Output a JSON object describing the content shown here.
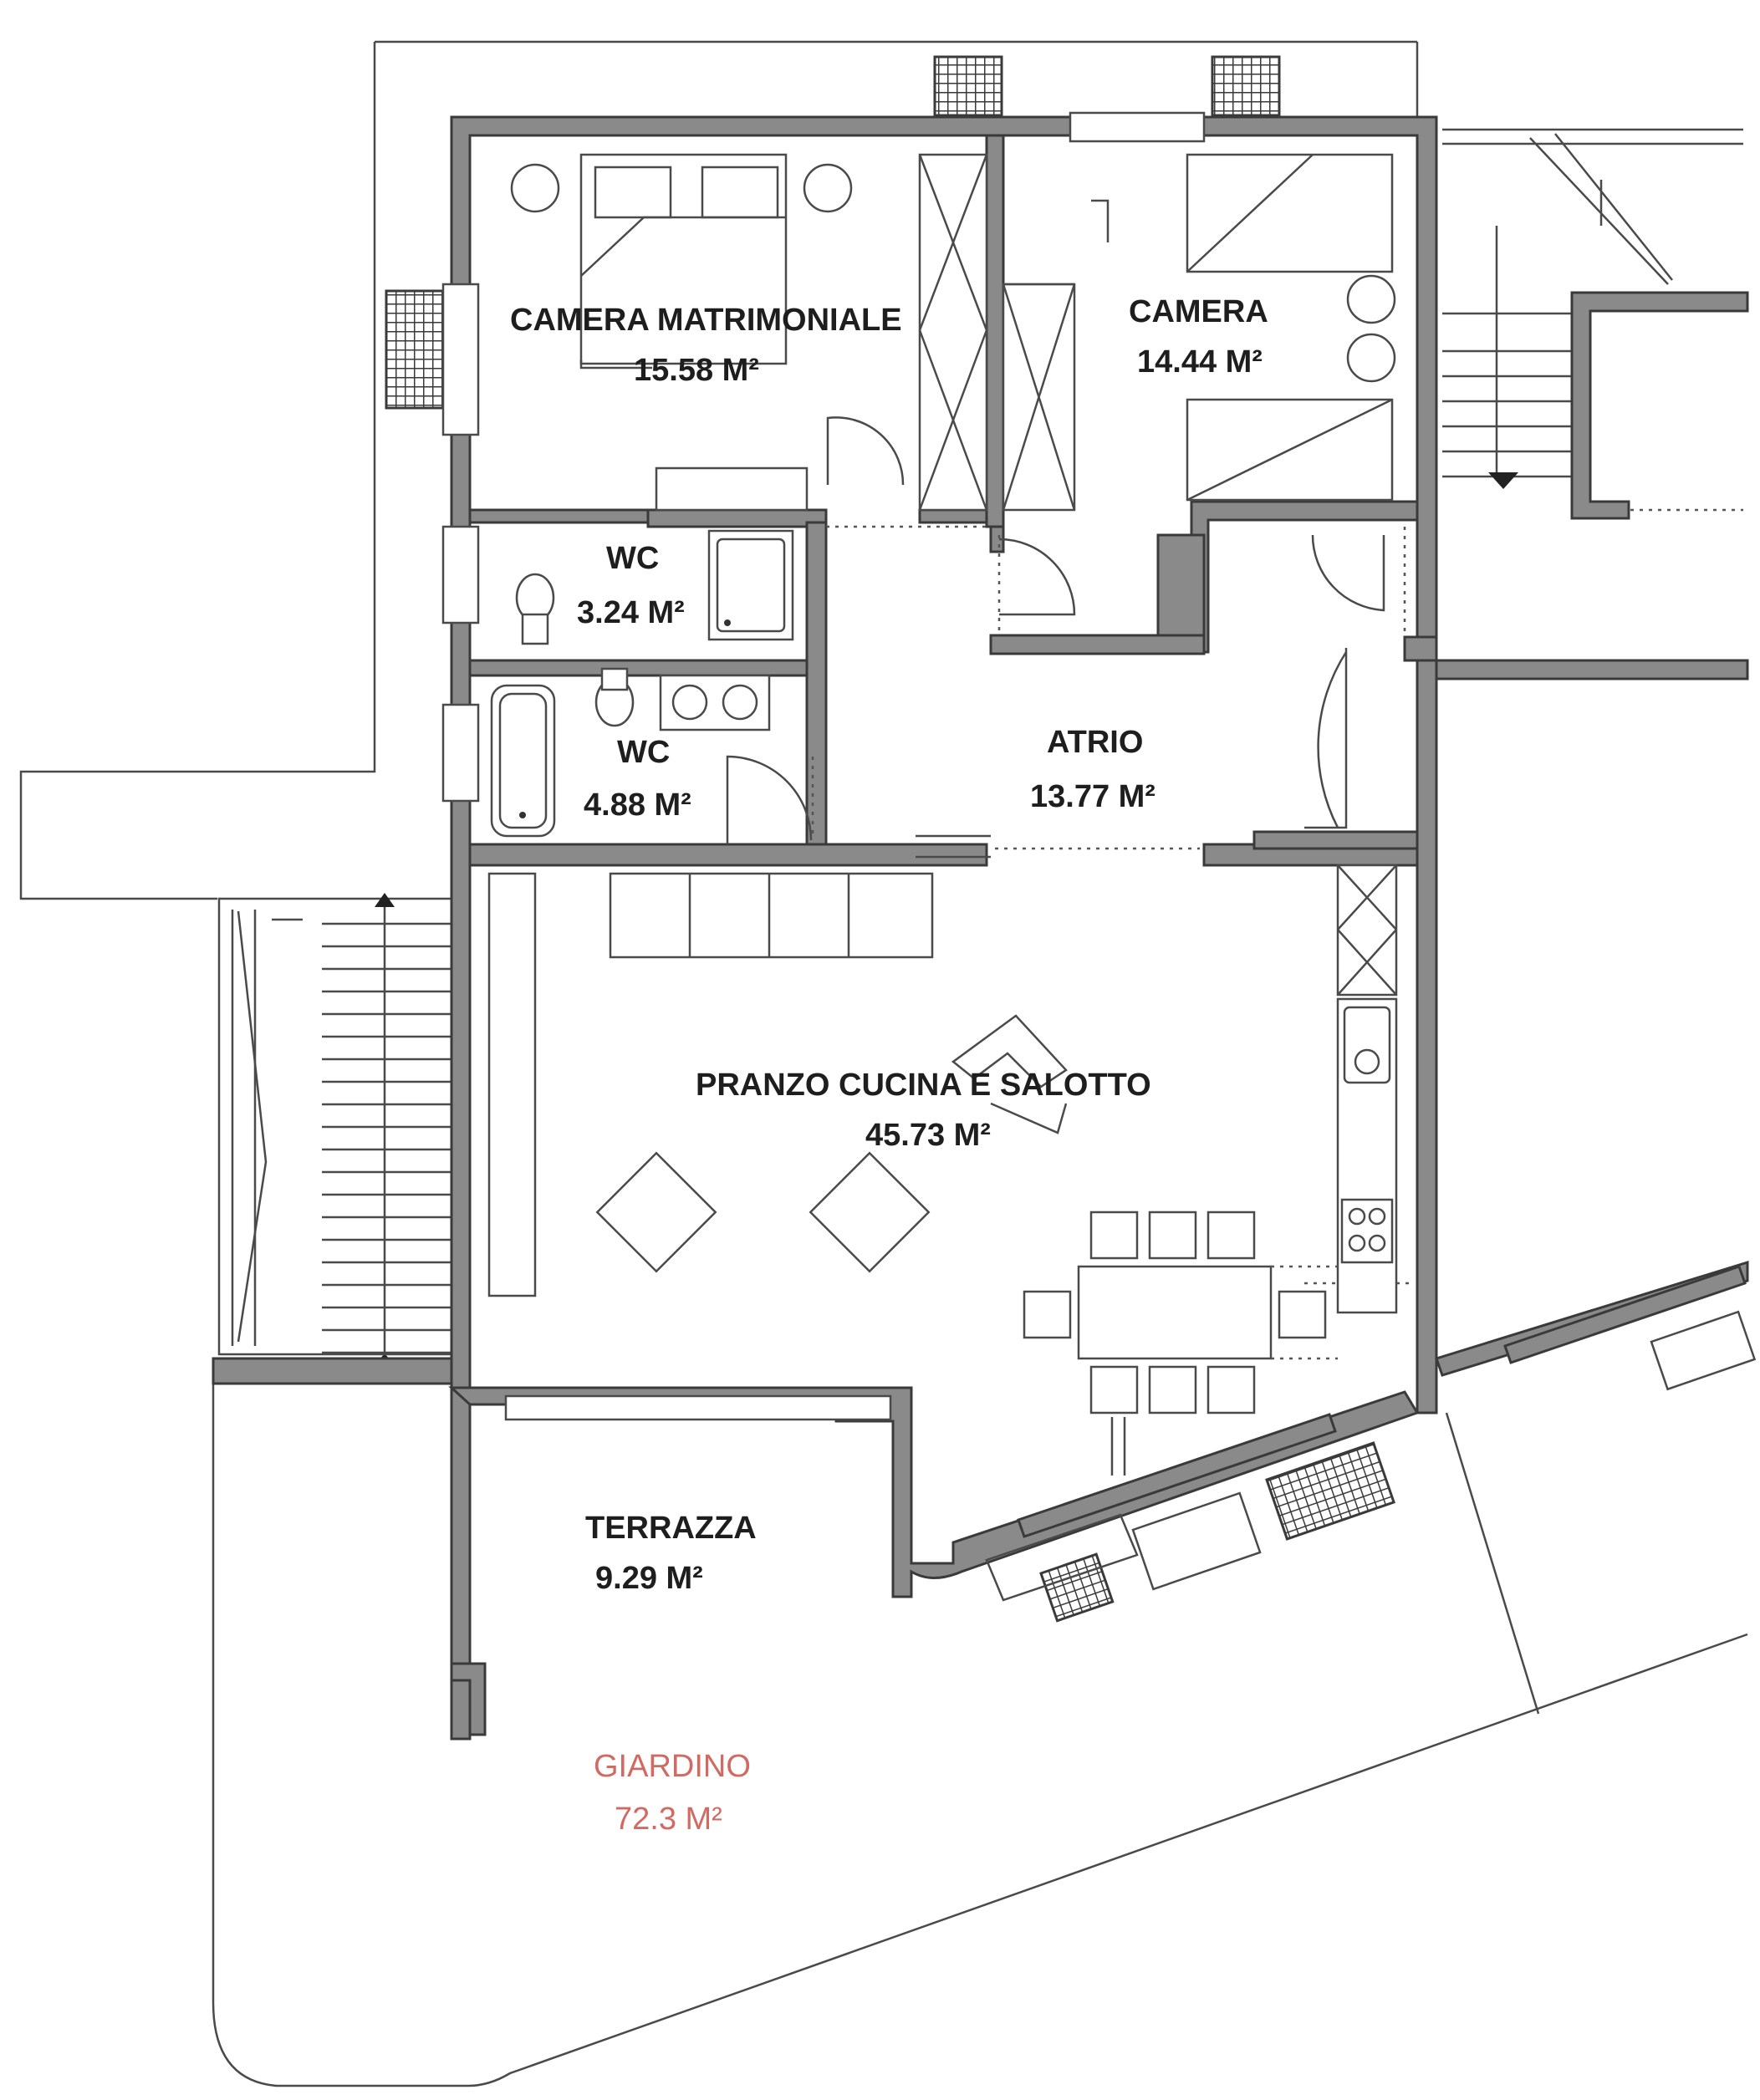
{
  "rooms": {
    "camera_matrimoniale": {
      "name": "CAMERA MATRIMONIALE",
      "area": "15.58 M²"
    },
    "camera": {
      "name": "CAMERA",
      "area": "14.44 M²"
    },
    "wc_1": {
      "name": "WC",
      "area": "3.24 M²"
    },
    "wc_2": {
      "name": "WC",
      "area": "4.88 M²"
    },
    "atrio": {
      "name": "ATRIO",
      "area": "13.77 M²"
    },
    "pranzo": {
      "name": "PRANZO CUCINA E SALOTTO",
      "area": "45.73 M²"
    },
    "terrazza": {
      "name": "TERRAZZA",
      "area": "9.29 M²"
    },
    "giardino": {
      "name": "GIARDINO",
      "area": "72.3 M²"
    }
  },
  "colors": {
    "wall": "#8a8a8a",
    "line": "#4a4a4a",
    "garden_label": "#d06a62"
  }
}
